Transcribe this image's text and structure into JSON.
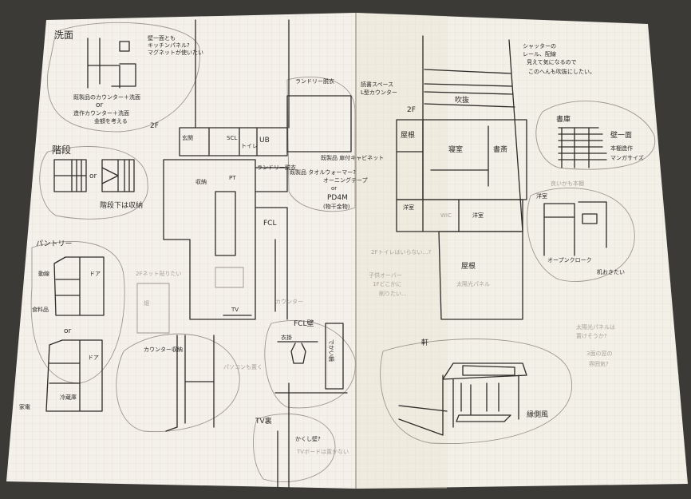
{
  "left_page": {
    "washroom": {
      "title": "洗面",
      "note": [
        "壁一面とも",
        "キッチンパネル?",
        "マグネットが使いたい"
      ],
      "options": [
        "既製品のカウンター＋洗面",
        "or",
        "造作カウンター＋洗面",
        "金額を考える"
      ]
    },
    "floor_label": "2F",
    "stairs": {
      "title": "階段",
      "or": "or",
      "note": "階段下は収納"
    },
    "pantry": {
      "title": "パントリー",
      "or": "or",
      "labels": [
        "動線",
        "食料品",
        "冷蔵庫",
        "ドア",
        "ドア",
        "家電"
      ]
    },
    "plan": {
      "rooms": [
        "玄関",
        "SCL",
        "トイレ",
        "UB",
        "ランドリー脱衣",
        "収納",
        "PT",
        "FCL",
        "TV",
        "カウンター"
      ]
    },
    "laundry": {
      "title": "ランドリー脱衣",
      "notes": [
        "既製品 扉付キャビネット",
        "既製品 タオルウォーマー?",
        "オーニングテープ",
        "or",
        "PD4M",
        "(物干金物)"
      ]
    },
    "net_note": "2Fネット貼りたい",
    "field": "畑",
    "counter": {
      "title": "カウンター収納",
      "note": "パソコンも置く"
    },
    "fcl_wall": {
      "title": "FCL壁",
      "hanger": "衣掛",
      "mirror": "でかい鏡"
    },
    "tv_back": {
      "title": "TV裏",
      "note": "かくし壁?",
      "sub": "TVボードは置かない"
    }
  },
  "right_page": {
    "note": [
      "シャッターの",
      "レール、配線",
      "見えて気になるので",
      "このへんも吹抜にしたい。"
    ],
    "side_note": [
      "読書スペース",
      "L型カウンター"
    ],
    "void": "吹抜",
    "floor_label": "2F",
    "rooms": {
      "roof": "屋根",
      "bedroom": "寝室",
      "study": "書斎",
      "western1": "洋室",
      "western2": "洋室",
      "closet": "WIC",
      "roof2": "屋根",
      "solar": "太陽光パネル"
    },
    "library": {
      "title": "書庫",
      "note": [
        "壁一面",
        "本棚造作",
        "マンガサイズ"
      ],
      "sub": "良いかも本棚"
    },
    "western_room": {
      "title": "洋室",
      "labels": [
        "オープンクローク",
        "机おきたい"
      ]
    },
    "pencil_notes": [
      "2Fトイレはいらない…?",
      "子供オーバー",
      "1Fどこかに",
      "削りたい…"
    ],
    "eaves": {
      "title": "軒",
      "engawa": "縁側風"
    },
    "sketch_note": [
      "太陽光パネルは",
      "置けそうか?",
      "3面の窓の",
      "雰囲気?"
    ]
  }
}
